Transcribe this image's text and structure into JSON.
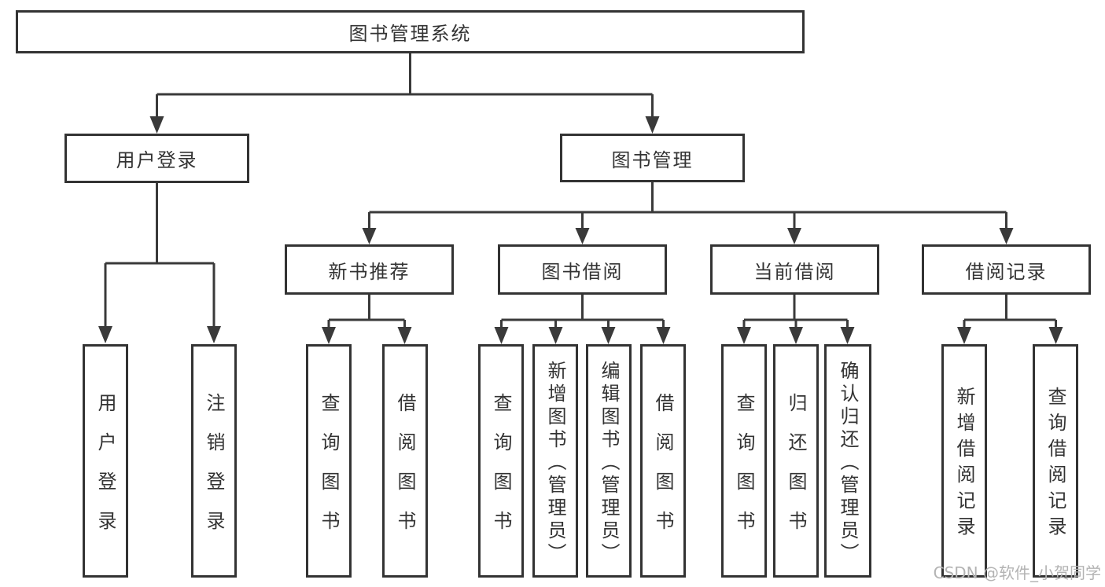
{
  "tree": {
    "label": "图书管理系统",
    "children": [
      {
        "label": "用户登录",
        "children": [
          {
            "label": "用户登录"
          },
          {
            "label": "注销登录"
          }
        ]
      },
      {
        "label": "图书管理",
        "children": [
          {
            "label": "新书推荐",
            "children": [
              {
                "label": "查询图书"
              },
              {
                "label": "借阅图书"
              }
            ]
          },
          {
            "label": "图书借阅",
            "children": [
              {
                "label": "查询图书"
              },
              {
                "label": "新增图书（管理员）"
              },
              {
                "label": "编辑图书（管理员）"
              },
              {
                "label": "借阅图书"
              }
            ]
          },
          {
            "label": "当前借阅",
            "children": [
              {
                "label": "查询图书"
              },
              {
                "label": "归还图书"
              },
              {
                "label": "确认归还（管理员）"
              }
            ]
          },
          {
            "label": "借阅记录",
            "children": [
              {
                "label": "新增借阅记录"
              },
              {
                "label": "查询借阅记录"
              }
            ]
          }
        ]
      }
    ]
  },
  "watermark": "CSDN @软件_小贺同学",
  "colors": {
    "line": "#3a3a3a",
    "box_border": "#333333",
    "text": "#333333",
    "watermark": "#b3b3b3",
    "background": "#ffffff"
  }
}
